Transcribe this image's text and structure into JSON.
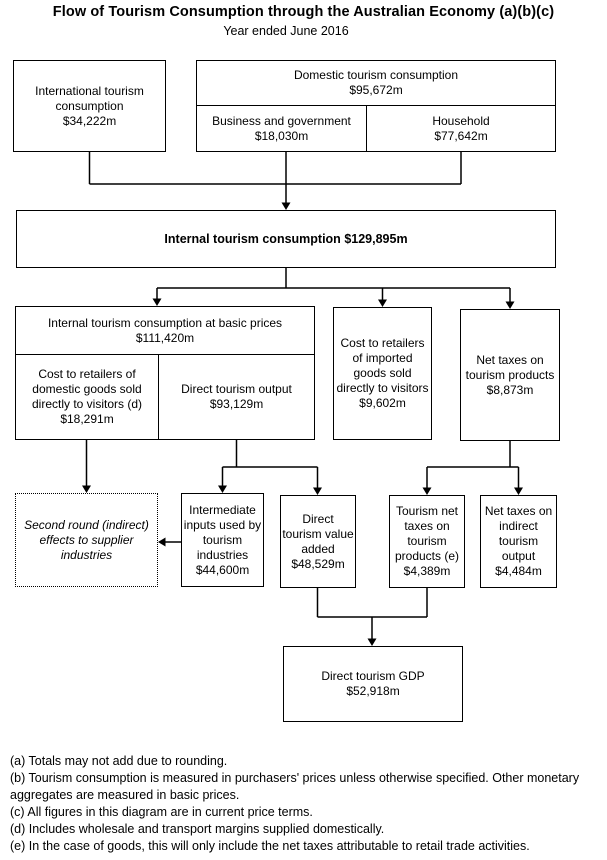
{
  "header": {
    "title": "Flow of Tourism Consumption through the Australian Economy (a)(b)(c)",
    "subtitle": "Year ended June 2016"
  },
  "nodes": {
    "international": {
      "label": "International tourism consumption",
      "value": "$34,222m"
    },
    "domestic": {
      "label": "Domestic tourism consumption",
      "value": "$95,672m"
    },
    "business": {
      "label": "Business and government",
      "value": "$18,030m"
    },
    "household": {
      "label": "Household",
      "value": "$77,642m"
    },
    "internal": {
      "label": "Internal tourism consumption",
      "value": "$129,895m"
    },
    "basic_prices": {
      "label": "Internal tourism consumption at basic prices",
      "value": "$111,420m"
    },
    "cost_domestic": {
      "label": "Cost to retailers of domestic goods sold directly to visitors (d)",
      "value": "$18,291m"
    },
    "direct_output": {
      "label": "Direct tourism output",
      "value": "$93,129m"
    },
    "cost_imported": {
      "label": "Cost to retailers of imported goods sold directly to visitors",
      "value": "$9,602m"
    },
    "net_taxes_products": {
      "label": "Net taxes on tourism products",
      "value": "$8,873m"
    },
    "second_round": {
      "label": "Second round (indirect) effects to supplier industries"
    },
    "intermediate_inputs": {
      "label": "Intermediate inputs used by tourism industries",
      "value": "$44,600m"
    },
    "direct_value_added": {
      "label": "Direct tourism value added",
      "value": "$48,529m"
    },
    "tourism_net_taxes": {
      "label": "Tourism net taxes on tourism products (e)",
      "value": "$4,389m"
    },
    "net_taxes_indirect": {
      "label": "Net taxes on indirect tourism output",
      "value": "$4,484m"
    },
    "direct_gdp": {
      "label": "Direct tourism GDP",
      "value": "$52,918m"
    }
  },
  "footnotes": [
    "(a) Totals may not add due to rounding.",
    "(b) Tourism consumption is measured in purchasers' prices unless otherwise specified. Other monetary aggregates are measured in basic prices.",
    "(c) All figures in this diagram are in current price terms.",
    "(d) Includes wholesale and transport margins supplied domestically.",
    "(e) In the case of goods, this will only include the net taxes attributable to retail trade activities."
  ],
  "colors": {
    "line": "#000000",
    "text": "#000000",
    "background": "#ffffff"
  }
}
